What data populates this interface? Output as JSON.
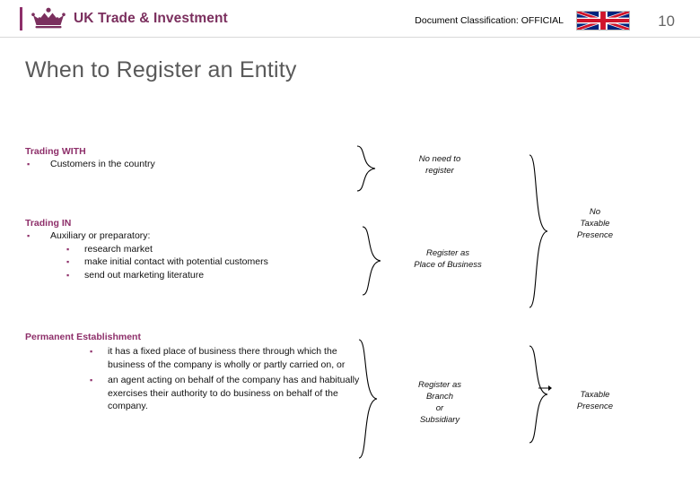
{
  "header": {
    "logo_text": "UK Trade & Investment",
    "classification": "Document Classification: OFFICIAL",
    "page_number": "10",
    "crown_icon": "crown-icon",
    "flag_icon": "union-jack-icon"
  },
  "title": "When to Register an Entity",
  "blocks": [
    {
      "heading": "Trading WITH",
      "items": [
        {
          "level": 1,
          "text": "Customers in the country"
        }
      ]
    },
    {
      "heading": "Trading IN",
      "items": [
        {
          "level": 1,
          "text": "Auxiliary or preparatory:"
        },
        {
          "level": 2,
          "text": "research market"
        },
        {
          "level": 2,
          "text": "make initial contact with potential customers"
        },
        {
          "level": 2,
          "text": "send out marketing literature"
        }
      ]
    },
    {
      "heading": "Permanent Establishment",
      "items": [
        {
          "level": 2,
          "text": "it has a fixed place of business there through which the business of the company is wholly or partly carried on, or"
        },
        {
          "level": 2,
          "text": "an agent acting on behalf of the company has and habitually exercises their authority to do business on behalf of the company."
        }
      ]
    }
  ],
  "labels": {
    "no_need_to_register": "No need to\nregister",
    "register_as_place_of_business": "Register as\nPlace of Business",
    "register_as_branch_or_subsidiary": "Register as\nBranch\nor\nSubsidiary",
    "no_taxable_presence": "No\nTaxable\nPresence",
    "taxable_presence": "Taxable\nPresence"
  },
  "colors": {
    "accent": "#8e2f6a",
    "title": "#595959",
    "text": "#111111"
  }
}
